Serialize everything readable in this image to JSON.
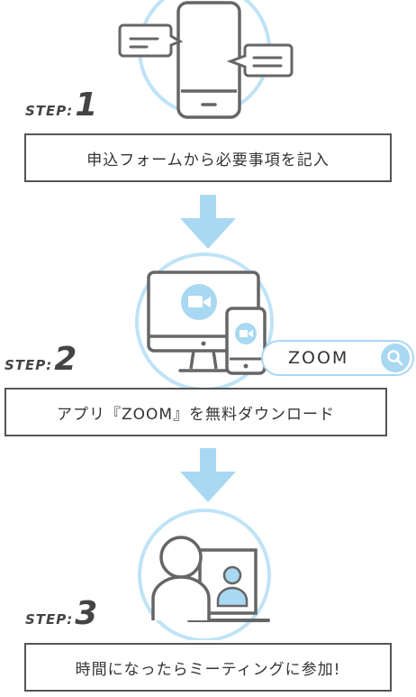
{
  "steps": [
    {
      "word": "STEP:",
      "num": "1",
      "text": "申込フォームから必要事項を記入"
    },
    {
      "word": "STEP:",
      "num": "2",
      "text": "アプリ『ZOOM』を無料ダウンロード"
    },
    {
      "word": "STEP:",
      "num": "3",
      "text": "時間になったらミーティングに参加!"
    }
  ],
  "search": {
    "text": "ZOOM"
  },
  "colors": {
    "accent": "#a8d8f2",
    "line": "#555555"
  }
}
